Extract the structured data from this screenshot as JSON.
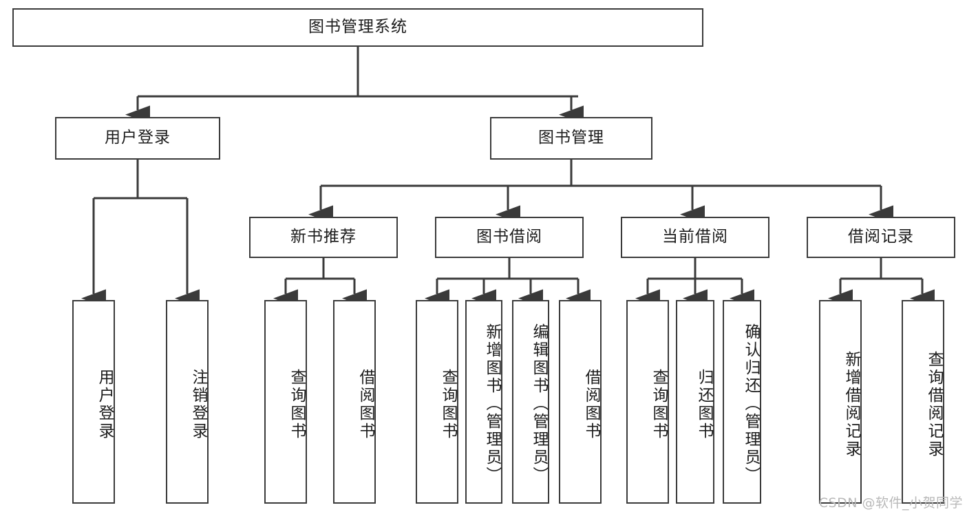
{
  "diagram": {
    "title": "图书管理系统",
    "type": "tree-hierarchy-chart",
    "watermark": "CSDN @软件_小贺同学",
    "colors": {
      "border": "#3a3a3a",
      "text": "#1c1c1c",
      "background": "#ffffff",
      "connector": "#3a3a3a",
      "watermark": "#b9b9b9"
    },
    "nodes": {
      "root": {
        "label": "图书管理系统"
      },
      "level2": [
        {
          "label": "用户登录"
        },
        {
          "label": "图书管理"
        }
      ],
      "level3": [
        {
          "label": "新书推荐"
        },
        {
          "label": "图书借阅"
        },
        {
          "label": "当前借阅"
        },
        {
          "label": "借阅记录"
        }
      ],
      "leaves": {
        "user_login": [
          {
            "label": "用户登录"
          },
          {
            "label": "注销登录"
          }
        ],
        "new_book_recommend": [
          {
            "label": "查询图书"
          },
          {
            "label": "借阅图书"
          }
        ],
        "book_borrow": [
          {
            "label": "查询图书"
          },
          {
            "label": "新增图书（管理员）"
          },
          {
            "label": "编辑图书（管理员）"
          },
          {
            "label": "借阅图书"
          }
        ],
        "current_borrow": [
          {
            "label": "查询图书"
          },
          {
            "label": "归还图书"
          },
          {
            "label": "确认归还（管理员）"
          }
        ],
        "borrow_record": [
          {
            "label": "新增借阅记录"
          },
          {
            "label": "查询借阅记录"
          }
        ]
      }
    }
  }
}
